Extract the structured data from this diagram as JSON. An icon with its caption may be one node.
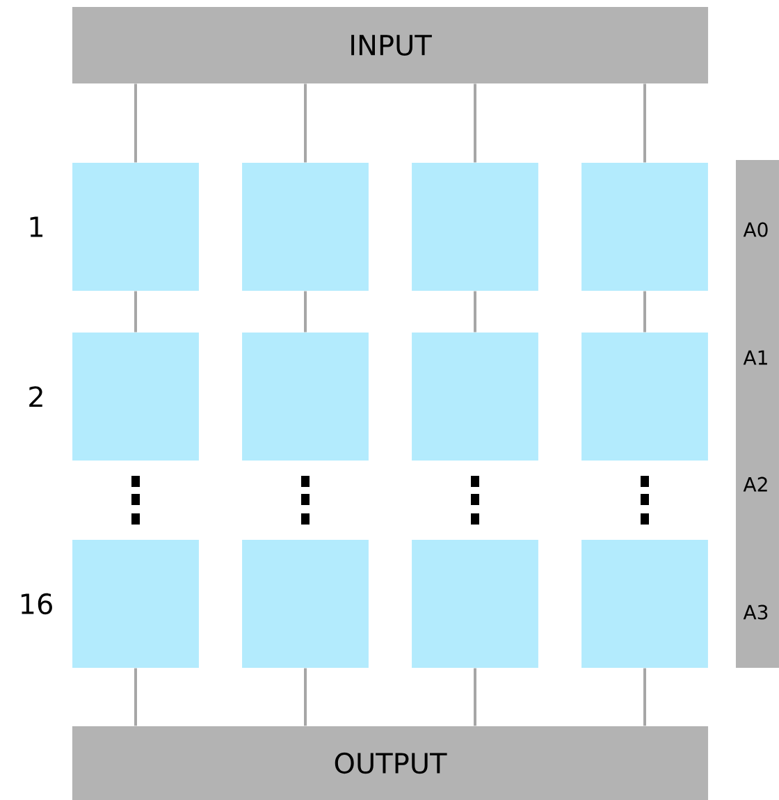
{
  "diagram": {
    "nodes": [
      {
        "text": [
          "INPUT"
        ]
      },
      {
        "text": [],
        "shape": "box"
      },
      {
        "text": [],
        "shape": "box"
      },
      {
        "text": [],
        "shape": "box"
      },
      {
        "text": [],
        "shape": "box"
      },
      {
        "text": [],
        "shape": "box"
      },
      {
        "text": [],
        "shape": "box"
      },
      {
        "text": [],
        "shape": "box"
      },
      {
        "text": [],
        "shape": "box"
      },
      {
        "text": [],
        "shape": "box"
      },
      {
        "text": [],
        "shape": "box"
      },
      {
        "text": [],
        "shape": "box"
      },
      {
        "text": [],
        "shape": "box"
      },
      {
        "text": [
          "OUTPUT"
        ]
      },
      {
        "text": [
          "A0",
          "A1",
          "A2",
          "A3"
        ]
      }
    ],
    "edges": [
      {
        "from": 0,
        "to": 1,
        "arrow": "none"
      },
      {
        "from": 0,
        "to": 2,
        "arrow": "none"
      },
      {
        "from": 0,
        "to": 3,
        "arrow": "none"
      },
      {
        "from": 0,
        "to": 4,
        "arrow": "none"
      },
      {
        "from": 1,
        "to": 5,
        "arrow": "none"
      },
      {
        "from": 2,
        "to": 6,
        "arrow": "none"
      },
      {
        "from": 3,
        "to": 7,
        "arrow": "none"
      },
      {
        "from": 4,
        "to": 8,
        "arrow": "none"
      },
      {
        "from": 9,
        "to": 13,
        "arrow": "none"
      },
      {
        "from": 10,
        "to": 13,
        "arrow": "none"
      },
      {
        "from": 11,
        "to": 13,
        "arrow": "none"
      },
      {
        "from": 12,
        "to": 13,
        "arrow": "none"
      }
    ],
    "labels": [
      "1",
      "2",
      "16"
    ]
  }
}
